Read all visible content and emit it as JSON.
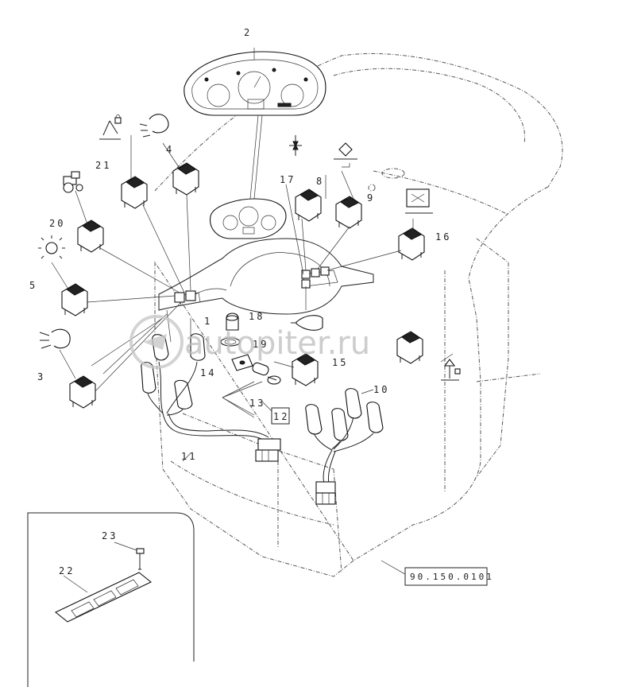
{
  "callouts": [
    {
      "id": "2",
      "label": "2"
    },
    {
      "id": "4",
      "label": "4"
    },
    {
      "id": "21",
      "label": "21"
    },
    {
      "id": "20",
      "label": "20"
    },
    {
      "id": "5",
      "label": "5"
    },
    {
      "id": "3",
      "label": "3"
    },
    {
      "id": "17",
      "label": "17"
    },
    {
      "id": "8",
      "label": "8"
    },
    {
      "id": "9",
      "label": "9"
    },
    {
      "id": "16",
      "label": "16"
    },
    {
      "id": "18",
      "label": "18"
    },
    {
      "id": "19",
      "label": "19"
    },
    {
      "id": "14",
      "label": "14"
    },
    {
      "id": "15",
      "label": "15"
    },
    {
      "id": "13",
      "label": "13"
    },
    {
      "id": "12",
      "label": "12"
    },
    {
      "id": "11",
      "label": "11"
    },
    {
      "id": "10",
      "label": "10"
    },
    {
      "id": "1",
      "label": "1"
    },
    {
      "id": "23",
      "label": "23"
    },
    {
      "id": "22",
      "label": "22"
    }
  ],
  "reference_code": "90.150.0101",
  "watermark": "autopiter.ru",
  "icons": {
    "light": "work-light-icon",
    "tractor": "tractor-icon",
    "beacon": "beacon-icon",
    "lift": "lift-lock-icon",
    "hazard": "hazard-icon",
    "horn": "horn-icon",
    "headlight": "headlight-icon"
  }
}
